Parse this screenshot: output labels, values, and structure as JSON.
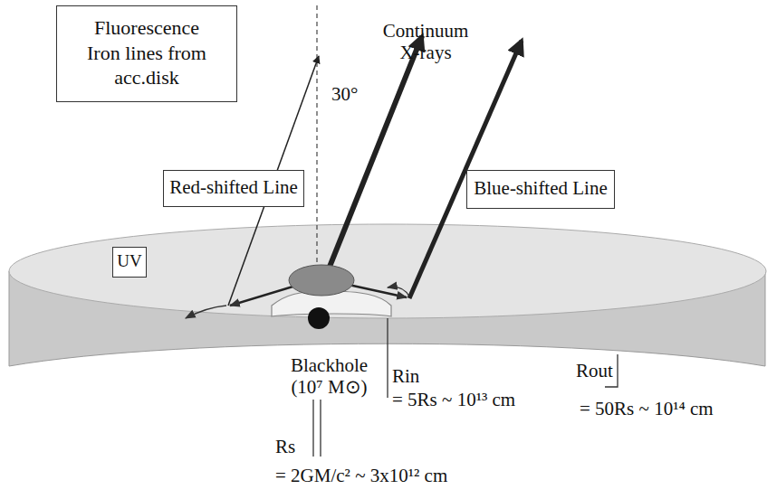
{
  "diagram": {
    "nodes": [
      {
        "text": [
          "Fluorescence Iron lines from acc.disk"
        ]
      },
      {
        "text": [
          "Red-shifted Line"
        ]
      },
      {
        "text": [
          "Blue-shifted Line"
        ]
      },
      {
        "text": [
          "UV"
        ]
      }
    ],
    "edges": [],
    "labels": [
      "Continuum X-rays",
      "30°",
      "Blackhole (10⁷ M⊙)",
      "Rin",
      "= 5Rs ~ 10¹³ cm",
      "Rout",
      "= 50Rs ~ 10¹⁴ cm",
      "Rs",
      "= 2GM/c² ~ 3x10¹² cm"
    ]
  }
}
